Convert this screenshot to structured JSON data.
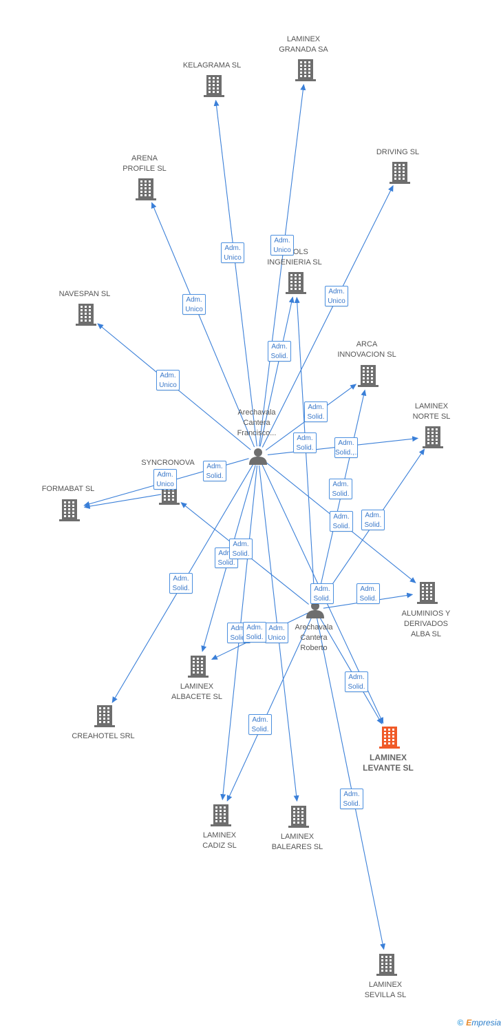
{
  "colors": {
    "edge": "#3a7fd8",
    "building": "#6e6e6e",
    "building_focus": "#f05a28",
    "person": "#6e6e6e",
    "edge_label_border": "#4a8fe0",
    "edge_label_text": "#3a78c9"
  },
  "nodes": [
    {
      "id": "granada",
      "type": "company",
      "label": "LAMINEX\nGRANADA SA"
    },
    {
      "id": "kelagrama",
      "type": "company",
      "label": "KELAGRAMA SL"
    },
    {
      "id": "arena",
      "type": "company",
      "label": "ARENA\nPROFILE SL"
    },
    {
      "id": "driving",
      "type": "company",
      "label": "DRIVING SL"
    },
    {
      "id": "tools",
      "type": "company",
      "label": "...OOLS\nINGENIERIA SL"
    },
    {
      "id": "navespan",
      "type": "company",
      "label": "NAVESPAN SL"
    },
    {
      "id": "arca",
      "type": "company",
      "label": "ARCA\nINNOVACION SL"
    },
    {
      "id": "norte",
      "type": "company",
      "label": "LAMINEX\nNORTE  SL"
    },
    {
      "id": "francisco",
      "type": "person",
      "label": "Arechavala\nCantera\nFrancisco..."
    },
    {
      "id": "syncronova",
      "type": "company",
      "label": "SYNCRONOVA"
    },
    {
      "id": "formabat",
      "type": "company",
      "label": "FORMABAT SL"
    },
    {
      "id": "aluminios",
      "type": "company",
      "label": "ALUMINIOS Y\nDERIVADOS\nALBA SL"
    },
    {
      "id": "roberto",
      "type": "person",
      "label": "Arechavala\nCantera\nRoberto"
    },
    {
      "id": "albacete",
      "type": "company",
      "label": "LAMINEX\nALBACETE SL"
    },
    {
      "id": "creahotel",
      "type": "company",
      "label": "CREAHOTEL SRL"
    },
    {
      "id": "levante",
      "type": "company",
      "label": "LAMINEX\nLEVANTE SL",
      "focus": true
    },
    {
      "id": "cadiz",
      "type": "company",
      "label": "LAMINEX\nCADIZ SL"
    },
    {
      "id": "baleares",
      "type": "company",
      "label": "LAMINEX\nBALEARES SL"
    },
    {
      "id": "sevilla",
      "type": "company",
      "label": "LAMINEX\nSEVILLA SL"
    }
  ],
  "edges": [
    {
      "from": "francisco",
      "to": "kelagrama",
      "label": "Adm.\nUnico"
    },
    {
      "from": "francisco",
      "to": "granada",
      "label": "Adm.\nUnico"
    },
    {
      "from": "francisco",
      "to": "arena",
      "label": "Adm.\nUnico"
    },
    {
      "from": "francisco",
      "to": "navespan",
      "label": "Adm.\nUnico"
    },
    {
      "from": "francisco",
      "to": "driving",
      "label": "Adm.\nUnico"
    },
    {
      "from": "francisco",
      "to": "tools",
      "label": "Adm.\nSolid."
    },
    {
      "from": "francisco",
      "to": "arca",
      "label": "Adm.\nSolid."
    },
    {
      "from": "francisco",
      "to": "norte",
      "label": "Adm.\nSolid.,..."
    },
    {
      "from": "francisco",
      "to": "formabat",
      "label": "Adm.\nSolid."
    },
    {
      "from": "francisco",
      "to": "aluminios",
      "label": "Adm.\nSolid."
    },
    {
      "from": "francisco",
      "to": "levante",
      "label": "Adm.\nSolid."
    },
    {
      "from": "francisco",
      "to": "albacete",
      "label": "Adm.\nSolid."
    },
    {
      "from": "francisco",
      "to": "creahotel",
      "label": "Adm.\nSolid."
    },
    {
      "from": "francisco",
      "to": "cadiz",
      "label": "Adm.\nSolid."
    },
    {
      "from": "francisco",
      "to": "baleares",
      "label": "Adm.\nSolid."
    },
    {
      "from": "roberto",
      "to": "tools",
      "label": "Adm.\nSolid."
    },
    {
      "from": "roberto",
      "to": "arca",
      "label": "Adm.\nSolid."
    },
    {
      "from": "roberto",
      "to": "norte",
      "label": "Adm.\nSolid."
    },
    {
      "from": "roberto",
      "to": "aluminios",
      "label": "Adm.\nSolid."
    },
    {
      "from": "roberto",
      "to": "levante",
      "label": "Adm.\nSolid."
    },
    {
      "from": "roberto",
      "to": "syncronova",
      "label": "Adm.\nSolid."
    },
    {
      "from": "roberto",
      "to": "albacete",
      "label": "Adm.\nUnico"
    },
    {
      "from": "roberto",
      "to": "cadiz",
      "label": "Adm.\nSolid."
    },
    {
      "from": "roberto",
      "to": "sevilla",
      "label": "Adm.\nSolid."
    },
    {
      "from": "syncronova",
      "to": "formabat",
      "label": "Adm.\nUnico"
    }
  ],
  "footer": {
    "copyright": "©",
    "brand_initial": "E",
    "brand_rest": "mpresia"
  }
}
